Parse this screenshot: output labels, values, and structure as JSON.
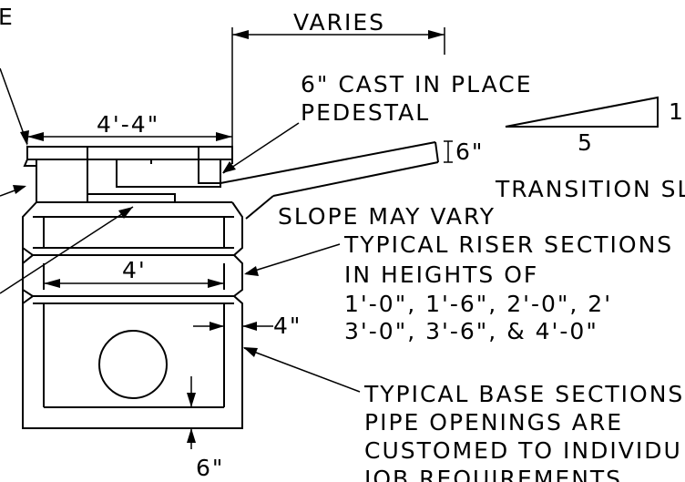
{
  "labels": {
    "top_left_fragment": "E",
    "varies": "VARIES",
    "cast_line1": "6\" CAST IN PLACE",
    "cast_line2": "PEDESTAL",
    "dim_4_4": "4'-4\"",
    "slope_run": "5",
    "slope_rise": "1",
    "dim_6_top": "6\"",
    "transition": "TRANSITION SL",
    "slope_may_vary": "SLOPE MAY VARY",
    "riser_line1": "TYPICAL RISER SECTIONS",
    "riser_line2": "IN HEIGHTS OF",
    "riser_line3": "1'-0\", 1'-6\", 2'-0\", 2'",
    "riser_line4": "3'-0\", 3'-6\", & 4'-0\"",
    "dim_4": "4'",
    "dim_4in": "4\"",
    "base_line1": "TYPICAL BASE SECTIONS",
    "base_line2": "PIPE OPENINGS ARE",
    "base_line3": "CUSTOMED TO INDIVIDU",
    "base_line4": "JOB REQUIREMENTS",
    "dim_6_bottom": "6\""
  }
}
